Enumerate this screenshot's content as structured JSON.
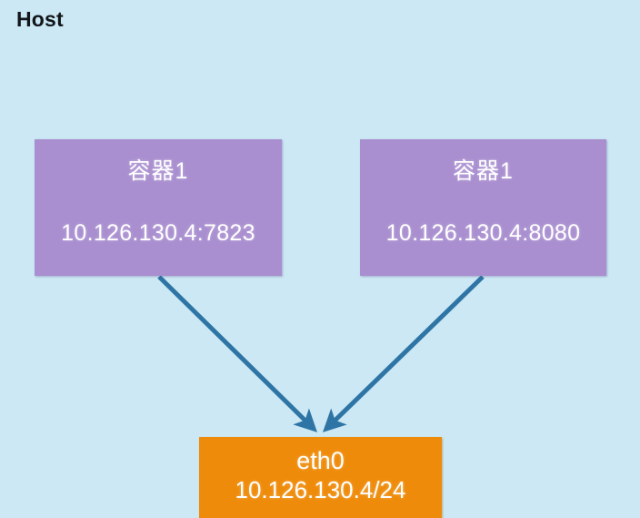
{
  "diagram": {
    "type": "network-topology",
    "title": "Host",
    "background_color": "#cbe8f4",
    "nodes": [
      {
        "id": "container-left",
        "name": "容器1",
        "address": "10.126.130.4:7823",
        "color": "#a98fd0"
      },
      {
        "id": "container-right",
        "name": "容器1",
        "address": "10.126.130.4:8080",
        "color": "#a98fd0"
      },
      {
        "id": "eth0",
        "name": "eth0",
        "address": "10.126.130.4/24",
        "color": "#ef8b0a"
      }
    ],
    "edges": [
      {
        "id": "edge-left-to-eth0",
        "from": "container-left",
        "to": "eth0",
        "color": "#2e75a6",
        "arrowhead": "end"
      },
      {
        "id": "edge-right-to-eth0",
        "from": "container-right",
        "to": "eth0",
        "color": "#2e75a6",
        "arrowhead": "end"
      }
    ]
  }
}
